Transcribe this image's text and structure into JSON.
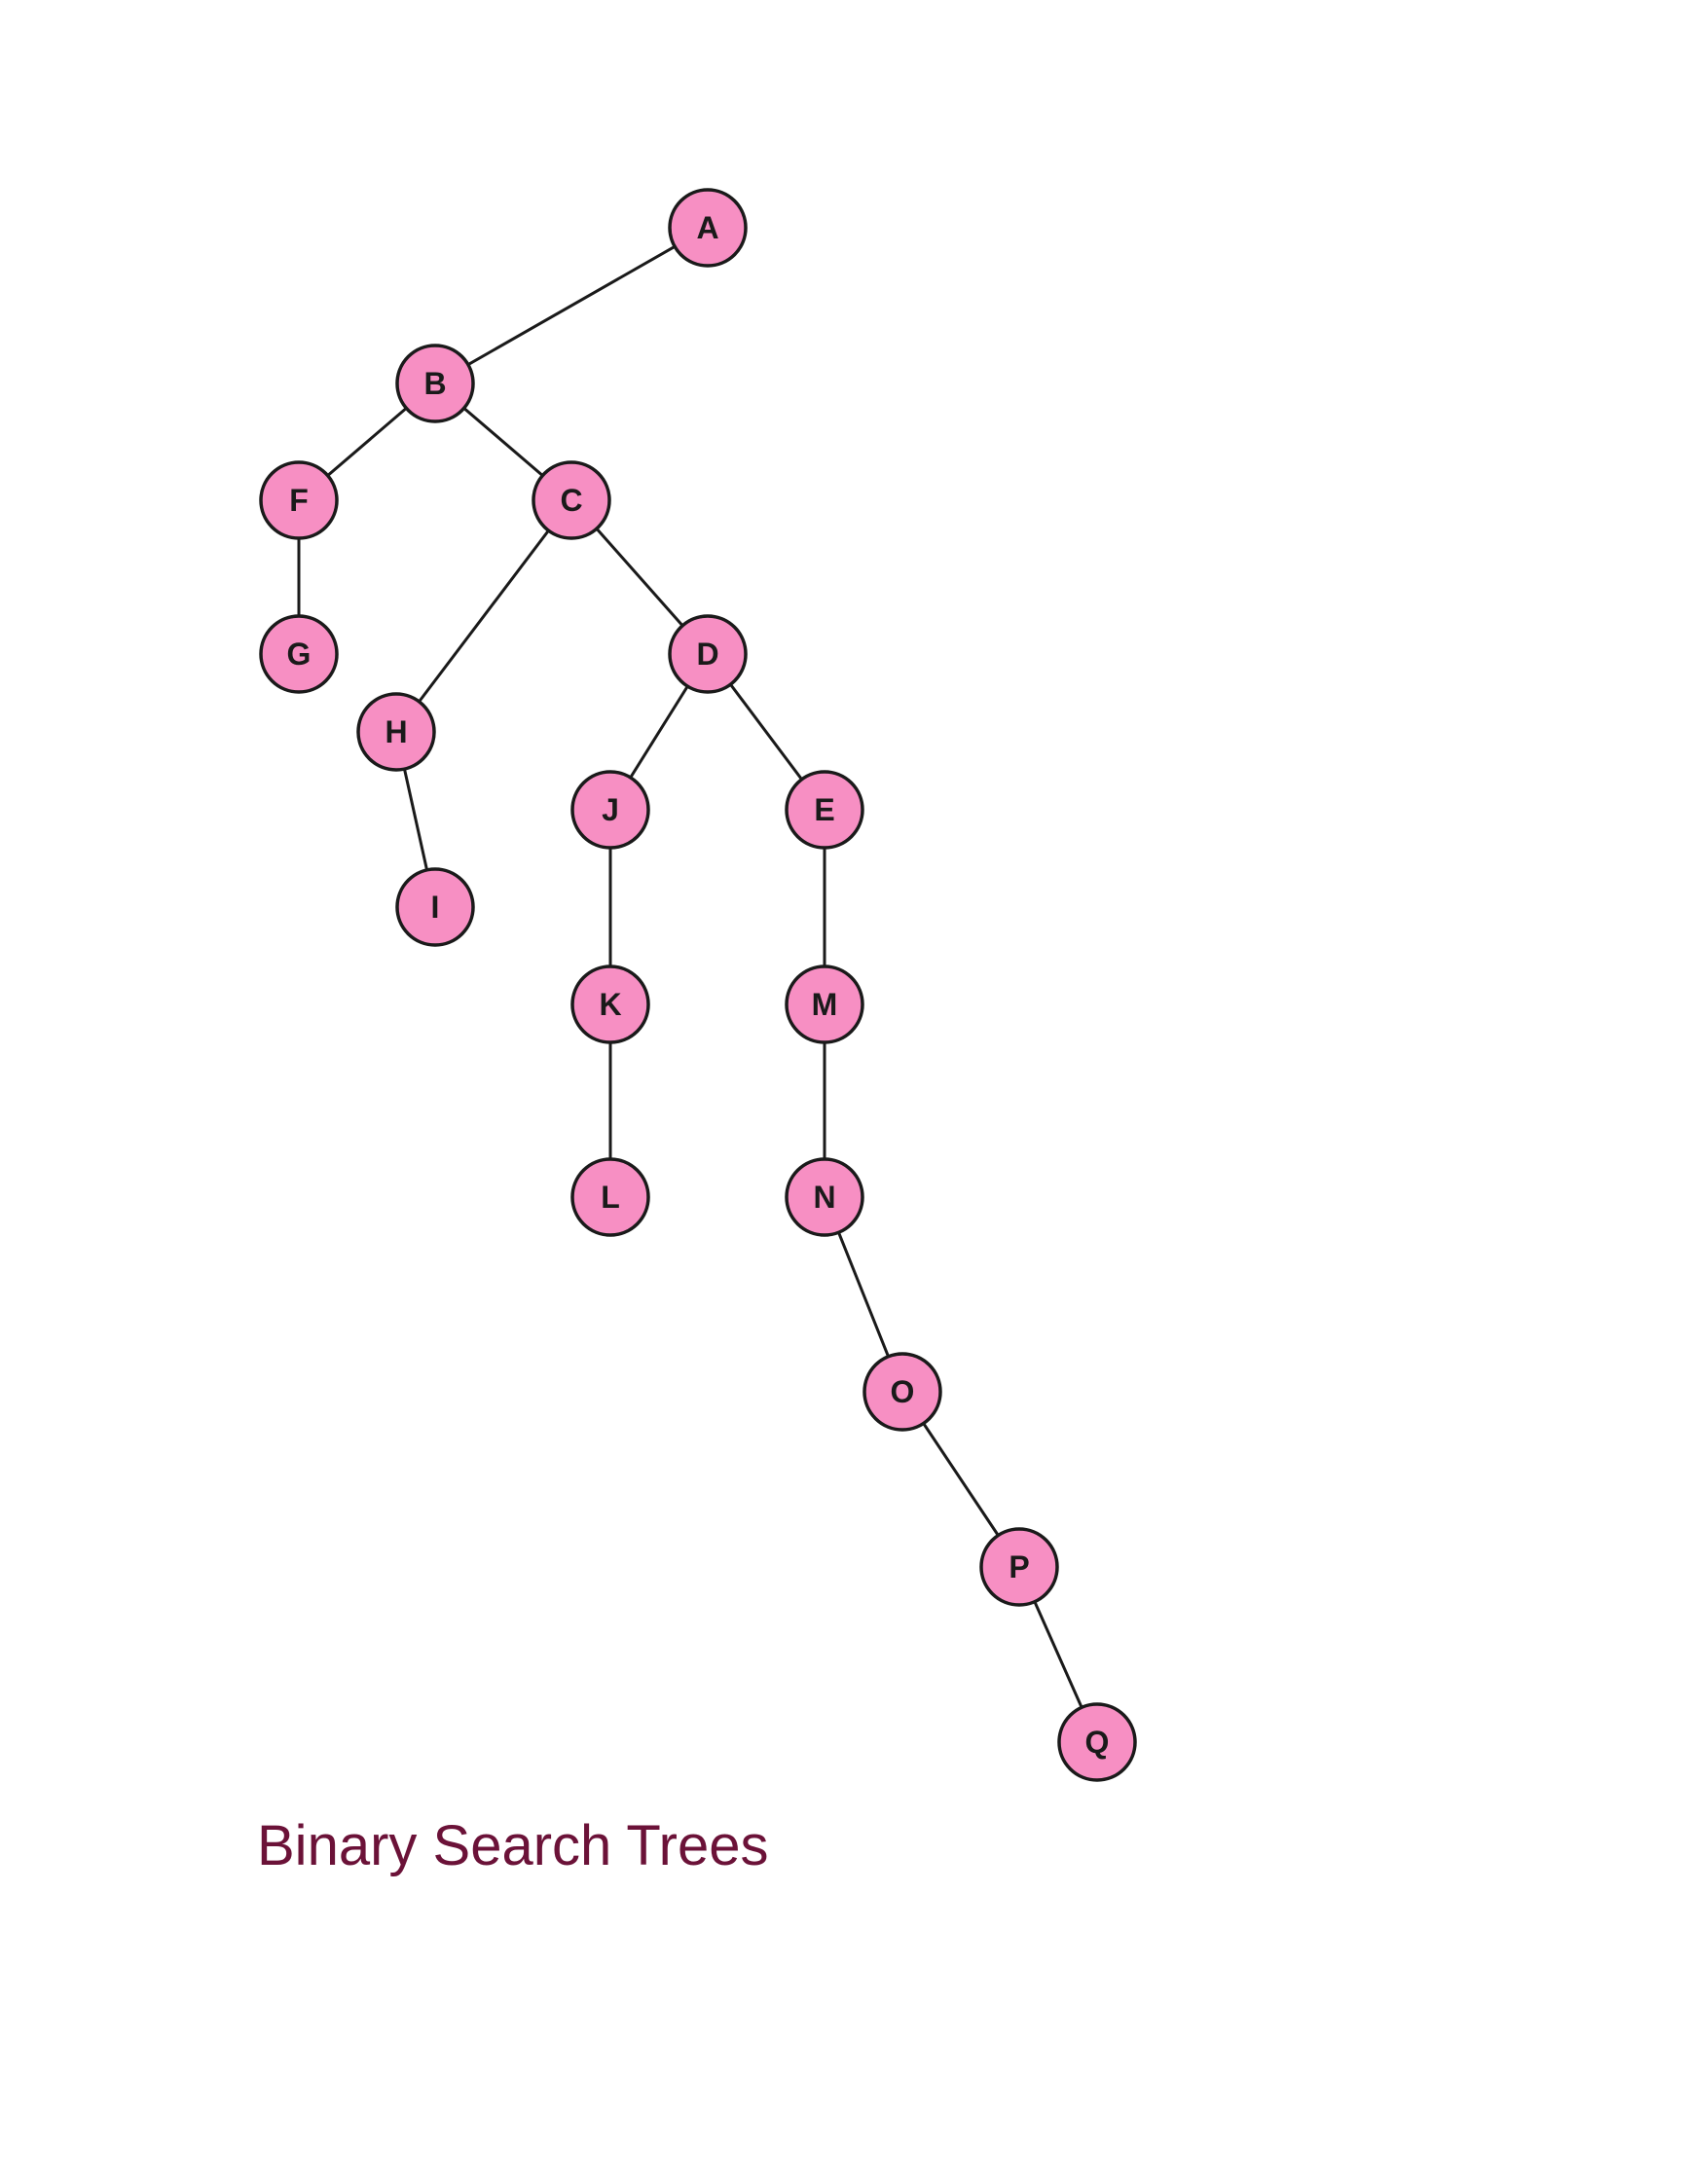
{
  "caption": "Binary Search Trees",
  "colors": {
    "node_fill": "#f78fc3",
    "node_stroke": "#1a1a1a",
    "edge": "#1a1a1a",
    "caption": "#6b1238"
  },
  "tree": {
    "nodes": [
      "A",
      "B",
      "C",
      "D",
      "E",
      "F",
      "G",
      "H",
      "I",
      "J",
      "K",
      "L",
      "M",
      "N",
      "O",
      "P",
      "Q"
    ],
    "edges": [
      [
        "A",
        "B"
      ],
      [
        "B",
        "F"
      ],
      [
        "B",
        "C"
      ],
      [
        "F",
        "G"
      ],
      [
        "C",
        "H"
      ],
      [
        "C",
        "D"
      ],
      [
        "H",
        "I"
      ],
      [
        "D",
        "J"
      ],
      [
        "D",
        "E"
      ],
      [
        "J",
        "K"
      ],
      [
        "K",
        "L"
      ],
      [
        "E",
        "M"
      ],
      [
        "M",
        "N"
      ],
      [
        "N",
        "O"
      ],
      [
        "O",
        "P"
      ],
      [
        "P",
        "Q"
      ]
    ]
  }
}
